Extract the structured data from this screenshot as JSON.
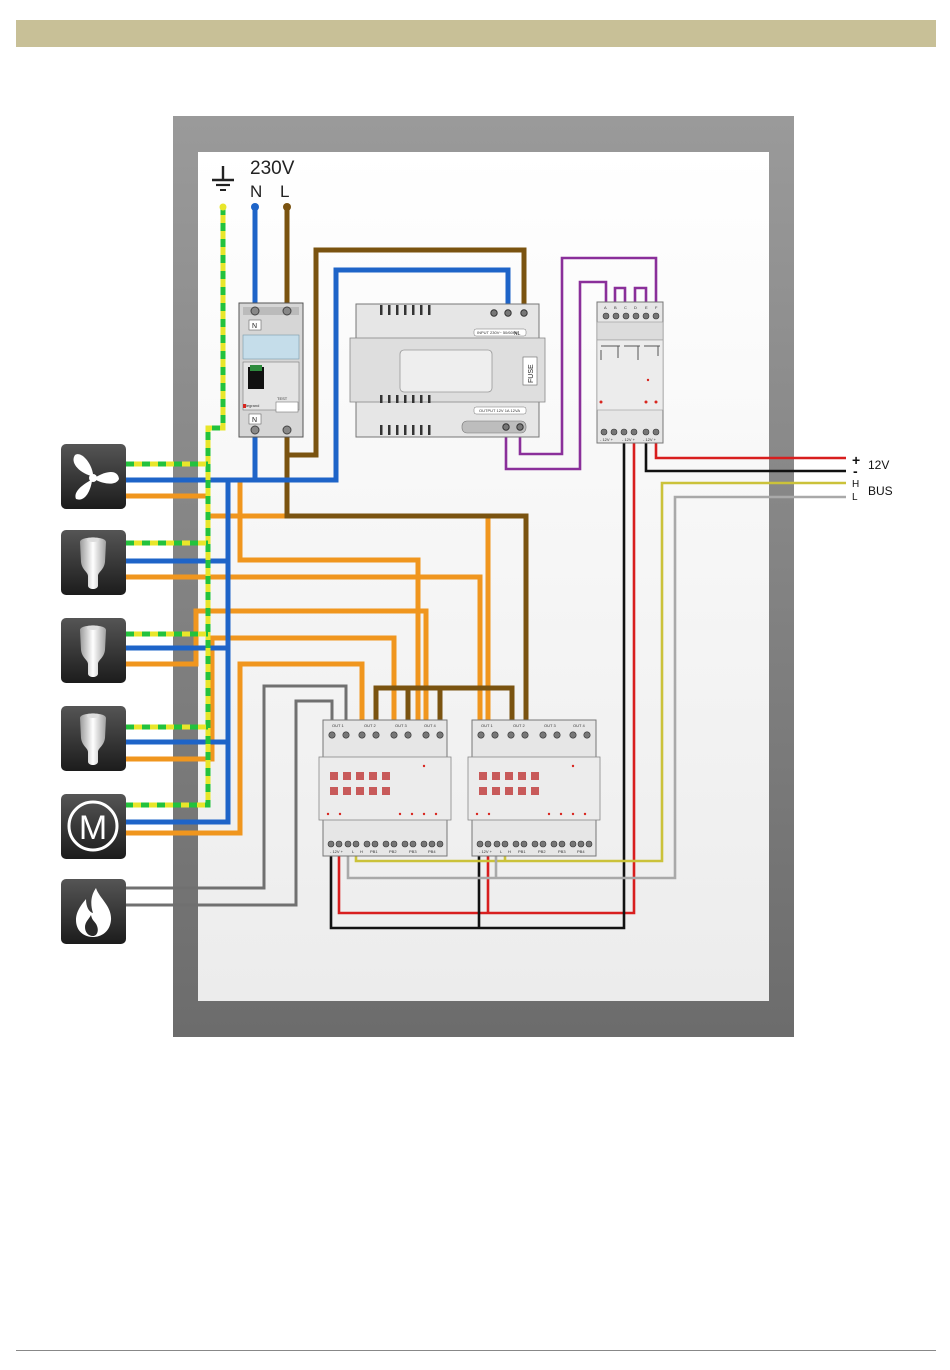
{
  "supply": {
    "voltage_label": "230V",
    "neutral_label": "N",
    "line_label": "L"
  },
  "breaker": {
    "top_label": "N",
    "bottom_label": "N",
    "brand_label": "legrand",
    "test_label": "TEST"
  },
  "power_supply": {
    "input_label": "INPUT 230V~ 50/60Hz",
    "nl_label": "NL",
    "fuse_label": "FUSE",
    "output_label": "OUTPUT 12V 1A 12VA"
  },
  "bus_module": {
    "terminal_letters": [
      "A",
      "B",
      "C",
      "D",
      "E",
      "F"
    ],
    "bottom_labels": [
      "- 12V +",
      "- 12V +",
      "- 12V +"
    ]
  },
  "relay_modules": [
    {
      "out_labels": [
        "OUT 1",
        "OUT 2",
        "OUT 3",
        "OUT 4"
      ],
      "bottom_labels": [
        "- 12V +",
        "L",
        "H",
        "PB1",
        "PB2",
        "PB3",
        "PB4"
      ]
    },
    {
      "out_labels": [
        "OUT 1",
        "OUT 2",
        "OUT 3",
        "OUT 4"
      ],
      "bottom_labels": [
        "- 12V +",
        "L",
        "H",
        "PB1",
        "PB2",
        "PB3",
        "PB4"
      ]
    }
  ],
  "right_labels": {
    "plus": "+",
    "minus": "-",
    "voltage": "12V",
    "h": "H",
    "l": "L",
    "bus": "BUS"
  },
  "devices": [
    {
      "name": "fan-icon"
    },
    {
      "name": "lamp-icon"
    },
    {
      "name": "lamp-icon"
    },
    {
      "name": "lamp-icon"
    },
    {
      "name": "motor-icon",
      "symbol": "M"
    },
    {
      "name": "flame-icon"
    }
  ],
  "colors": {
    "neutral": "#1e64c8",
    "line": "#7a5310",
    "switched": "#f0961e",
    "earth_green": "#23c23c",
    "earth_yellow": "#e8e62a",
    "bus_h": "#cbc23a",
    "bus_l": "#a9a9a9",
    "plus": "#d81e1e",
    "minus": "#111111",
    "control": "#8a2f9a",
    "sensor": "#707070"
  }
}
